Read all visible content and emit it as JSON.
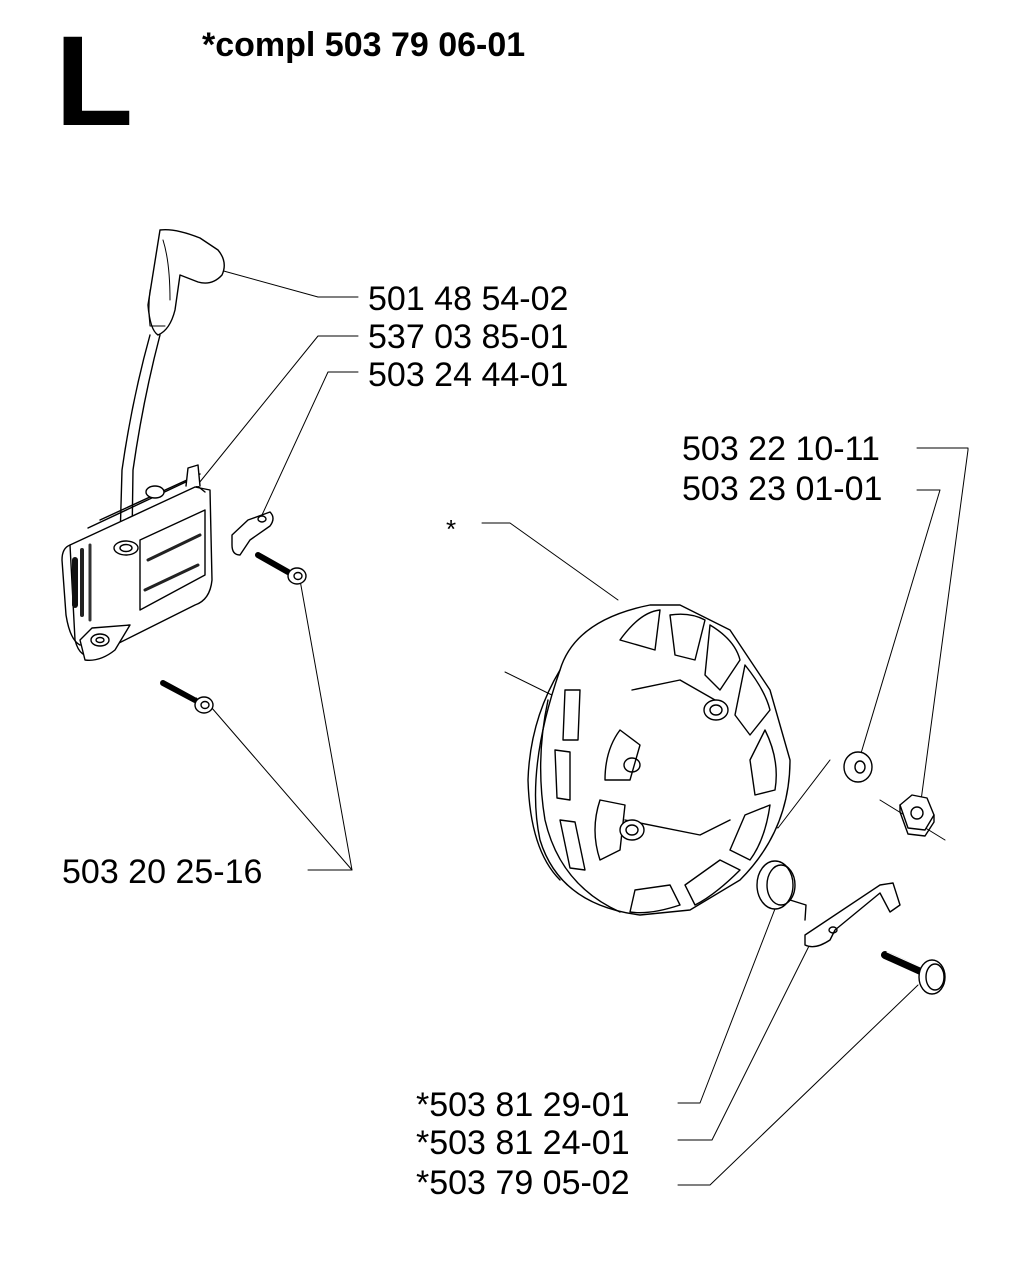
{
  "section": {
    "letter": "L",
    "kit_label": "*compl 503 79 06-01"
  },
  "callouts": {
    "spark_plug_cap": "501 48 54-02",
    "ignition_module": "537 03 85-01",
    "earth_terminal": "503 24 44-01",
    "module_screws": "503 20 25-16",
    "flywheel": "*",
    "washer": "503 22 10-11",
    "flywheel_nut": "503 23 01-01",
    "pawl_spring": "*503 81 29-01",
    "pawl": "*503 81 24-01",
    "pawl_pin": "*503 79 05-02"
  }
}
